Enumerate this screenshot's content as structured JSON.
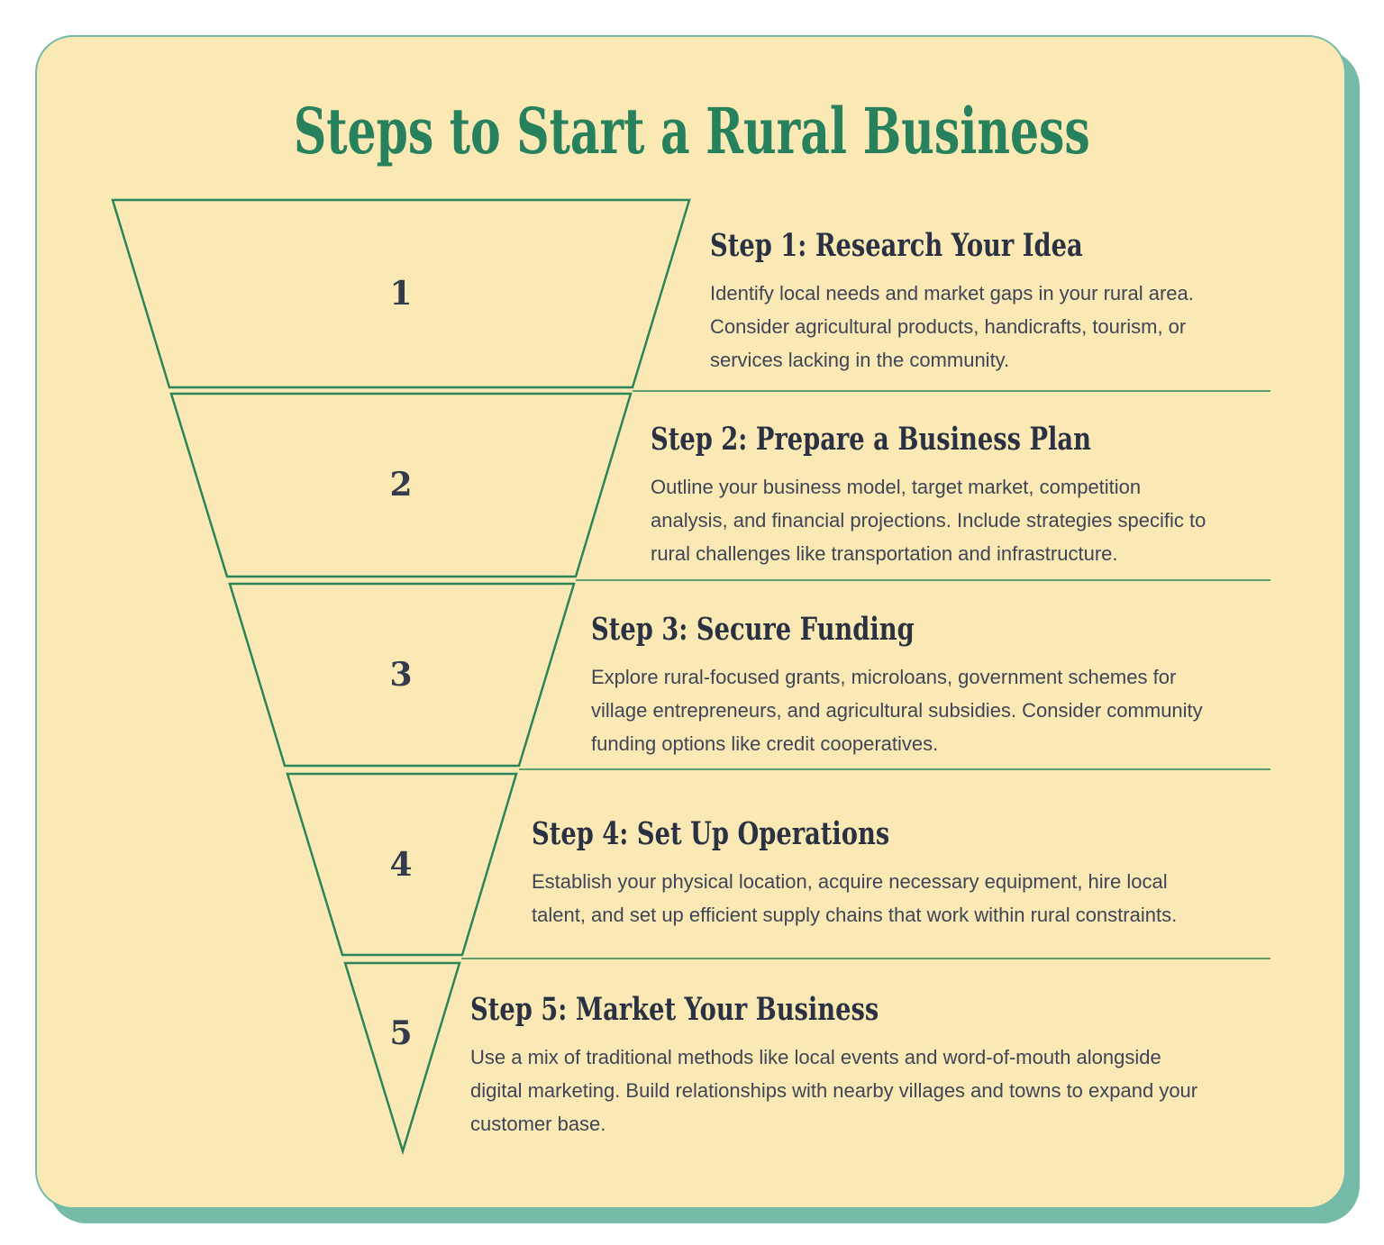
{
  "title": "Steps to Start a Rural Business",
  "colors": {
    "page_background": "#FFFFFF",
    "card_background": "#FAE9B4",
    "card_border_teal": "#76BBA9",
    "funnel_green": "#2B8558",
    "title_green": "#27815D",
    "heading_navy": "#2A3143",
    "body_slate": "#3E4557",
    "number_navy": "#333B4C"
  },
  "steps": [
    {
      "number": "1",
      "heading": "Step 1: Research Your Idea",
      "description_lines": [
        "Identify local needs and market gaps in your rural area.",
        "Consider agricultural products, handicrafts, tourism, or",
        "services lacking in the community."
      ]
    },
    {
      "number": "2",
      "heading": "Step 2: Prepare a Business Plan",
      "description_lines": [
        "Outline your business model, target market, competition",
        "analysis, and financial projections. Include strategies specific to",
        "rural challenges like transportation and infrastructure."
      ]
    },
    {
      "number": "3",
      "heading": "Step 3: Secure Funding",
      "description_lines": [
        "Explore rural-focused grants, microloans, government schemes for",
        "village entrepreneurs, and agricultural subsidies. Consider community",
        "funding options like credit cooperatives."
      ]
    },
    {
      "number": "4",
      "heading": "Step 4: Set Up Operations",
      "description_lines": [
        "Establish your physical location, acquire necessary equipment, hire local",
        "talent, and set up efficient supply chains that work within rural constraints."
      ]
    },
    {
      "number": "5",
      "heading": "Step 5: Market Your Business",
      "description_lines": [
        "Use a mix of traditional methods like local events and word-of-mouth alongside",
        "digital marketing. Build relationships with nearby villages and towns to expand your",
        "customer base."
      ]
    }
  ]
}
